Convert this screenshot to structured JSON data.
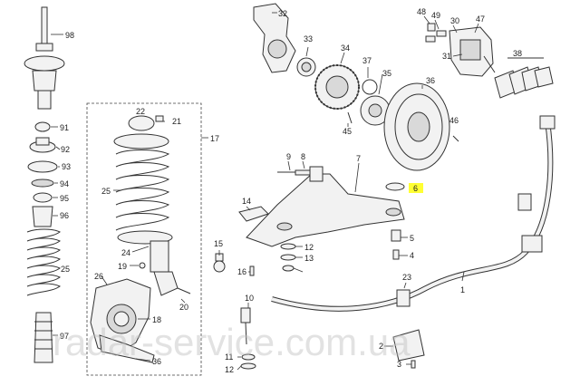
{
  "watermark": "radar-service.com.ua",
  "highlight_color": "#ffff33",
  "callouts": {
    "c98": "98",
    "c91": "91",
    "c92": "92",
    "c93": "93",
    "c94": "94",
    "c95": "95",
    "c96": "96",
    "c25a": "25",
    "c97": "97",
    "c22": "22",
    "c21": "21",
    "c17": "17",
    "c25b": "25",
    "c24": "24",
    "c19": "19",
    "c20": "20",
    "c18": "18",
    "c26": "26",
    "c36": "36",
    "c32": "32",
    "c33": "33",
    "c34": "34",
    "c37": "37",
    "c35": "35",
    "c45": "45",
    "c36b": "36",
    "c46": "46",
    "c48": "48",
    "c49": "49",
    "c30": "30",
    "c47": "47",
    "c31": "31",
    "c38": "38",
    "c9": "9",
    "c8": "8",
    "c7": "7",
    "c6": "6",
    "c14": "14",
    "c15": "15",
    "c12": "12",
    "c13": "13",
    "c16": "16",
    "c5": "5",
    "c4": "4",
    "c23": "23",
    "c1": "1",
    "c10": "10",
    "c11": "11",
    "c12b": "12",
    "c2": "2",
    "c3": "3"
  }
}
